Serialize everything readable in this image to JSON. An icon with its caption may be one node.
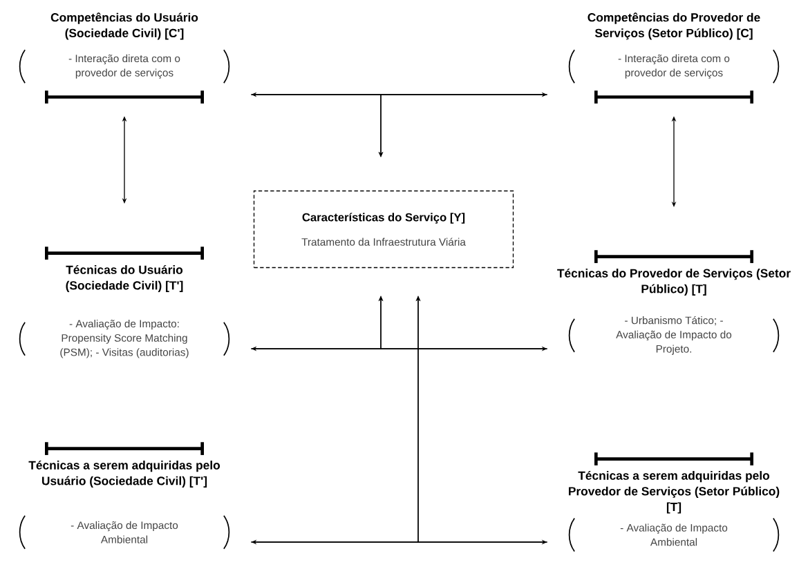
{
  "diagram": {
    "nodes": [
      {
        "text": [
          "Competências do Usuário (Sociedade Civil) [C']",
          "- Interação direta com o provedor de serviços"
        ]
      },
      {
        "text": [
          "Competências do Provedor de Serviços (Setor Público) [C]",
          "- Interação direta com o provedor de serviços"
        ]
      },
      {
        "text": [
          "Características do Serviço [Y]",
          "Tratamento da Infraestrutura Viária"
        ]
      },
      {
        "text": [
          "Técnicas do Usuário (Sociedade Civil) [T']",
          "- Avaliação de Impacto: Propensity Score Matching (PSM); - Visitas (auditorias)"
        ]
      },
      {
        "text": [
          "Técnicas do Provedor de Serviços (Setor Público) [T]",
          "- Urbanismo Tático; - Avaliação de Impacto do Projeto."
        ]
      },
      {
        "text": [
          "Técnicas a serem adquiridas pelo Usuário (Sociedade Civil) [T']",
          "- Avaliação de Impacto Ambiental"
        ]
      },
      {
        "text": [
          "Técnicas a serem adquiridas pelo Provedor de Serviços (Setor Público) [T]",
          "- Avaliação de Impacto Ambiental"
        ]
      }
    ],
    "edges": [
      {
        "from": 0,
        "to": 1,
        "arrow": "both"
      },
      {
        "from": 0,
        "to": 2,
        "arrow": "to"
      },
      {
        "from": 1,
        "to": 2,
        "arrow": "to"
      },
      {
        "from": 0,
        "to": 3,
        "arrow": "both"
      },
      {
        "from": 1,
        "to": 4,
        "arrow": "both"
      },
      {
        "from": 3,
        "to": 4,
        "arrow": "both"
      },
      {
        "from": 3,
        "to": 2,
        "arrow": "to"
      },
      {
        "from": 4,
        "to": 2,
        "arrow": "to"
      },
      {
        "from": 5,
        "to": 6,
        "arrow": "both"
      },
      {
        "from": 5,
        "to": 2,
        "arrow": "to"
      },
      {
        "from": 6,
        "to": 2,
        "arrow": "to"
      }
    ]
  }
}
